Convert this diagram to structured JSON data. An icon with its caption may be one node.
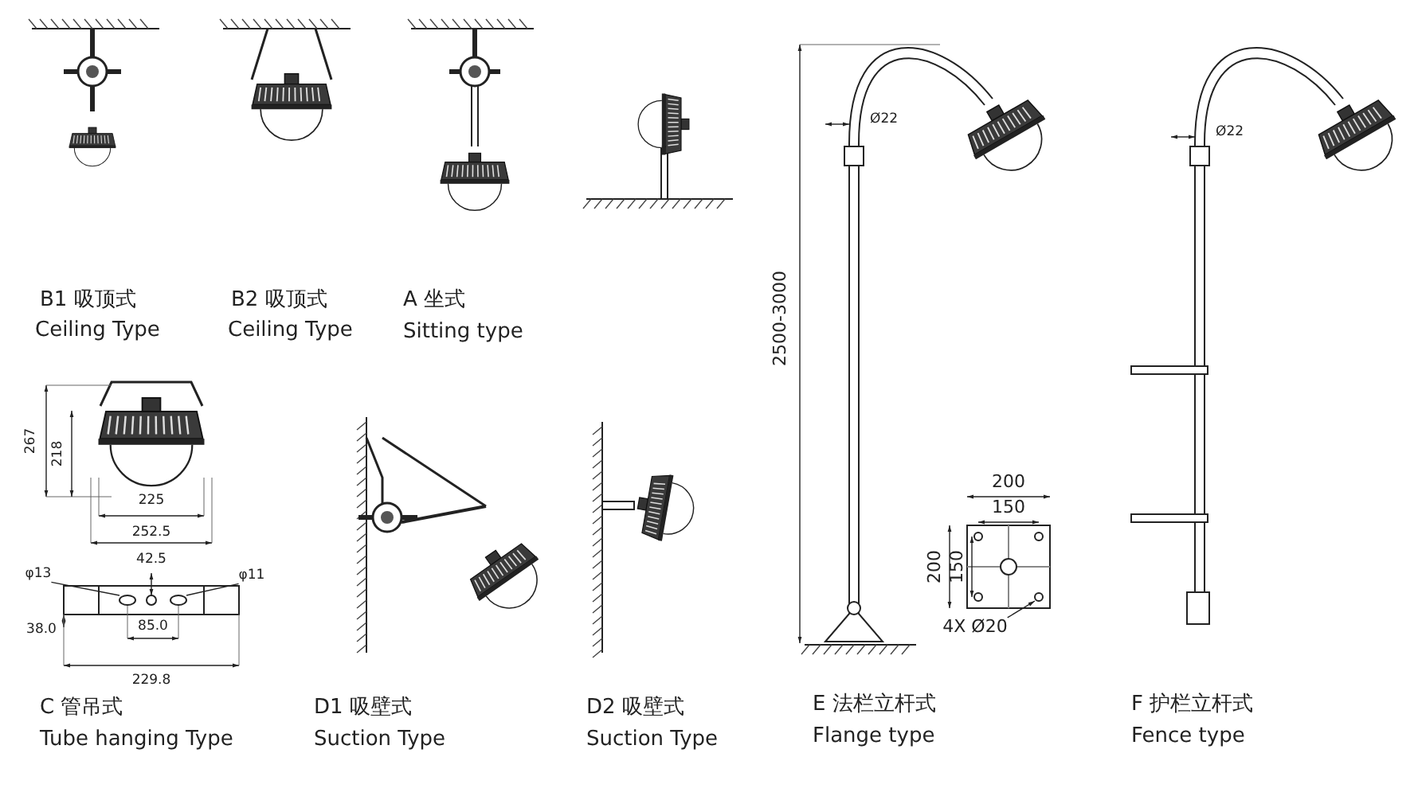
{
  "diagram": {
    "nodes": [
      {
        "text": [
          "φ13"
        ]
      },
      {
        "text": [
          "φ11"
        ]
      },
      {
        "text": [
          "4X Ø20"
        ]
      },
      {
        "text": [],
        "shape": "circle"
      },
      {
        "text": [],
        "shape": "circle"
      },
      {
        "text": [],
        "shape": "circle"
      }
    ],
    "edges": [
      {
        "from": 0,
        "to": 3,
        "arrow": "none"
      },
      {
        "from": 1,
        "to": 4,
        "arrow": "none"
      },
      {
        "from": 2,
        "to": 5,
        "arrow": "to"
      }
    ],
    "labels": [
      "B1 吸顶式",
      "Ceiling Type",
      "B2 吸顶式",
      "Ceiling Type",
      "A 坐式",
      "Sitting type",
      "Ø22",
      "Ø22",
      "2500-3000",
      "267",
      "218",
      "225",
      "252.5",
      "42.5",
      "38.0",
      "85.0",
      "229.8",
      "200",
      "150",
      "200",
      "150",
      "C 管吊式",
      "Tube hanging Type",
      "D1 吸壁式",
      "Suction Type",
      "D2 吸壁式",
      "Suction Type",
      "E 法栏立杆式",
      "Flange type",
      "F 护栏立杆式",
      "Fence type"
    ]
  }
}
